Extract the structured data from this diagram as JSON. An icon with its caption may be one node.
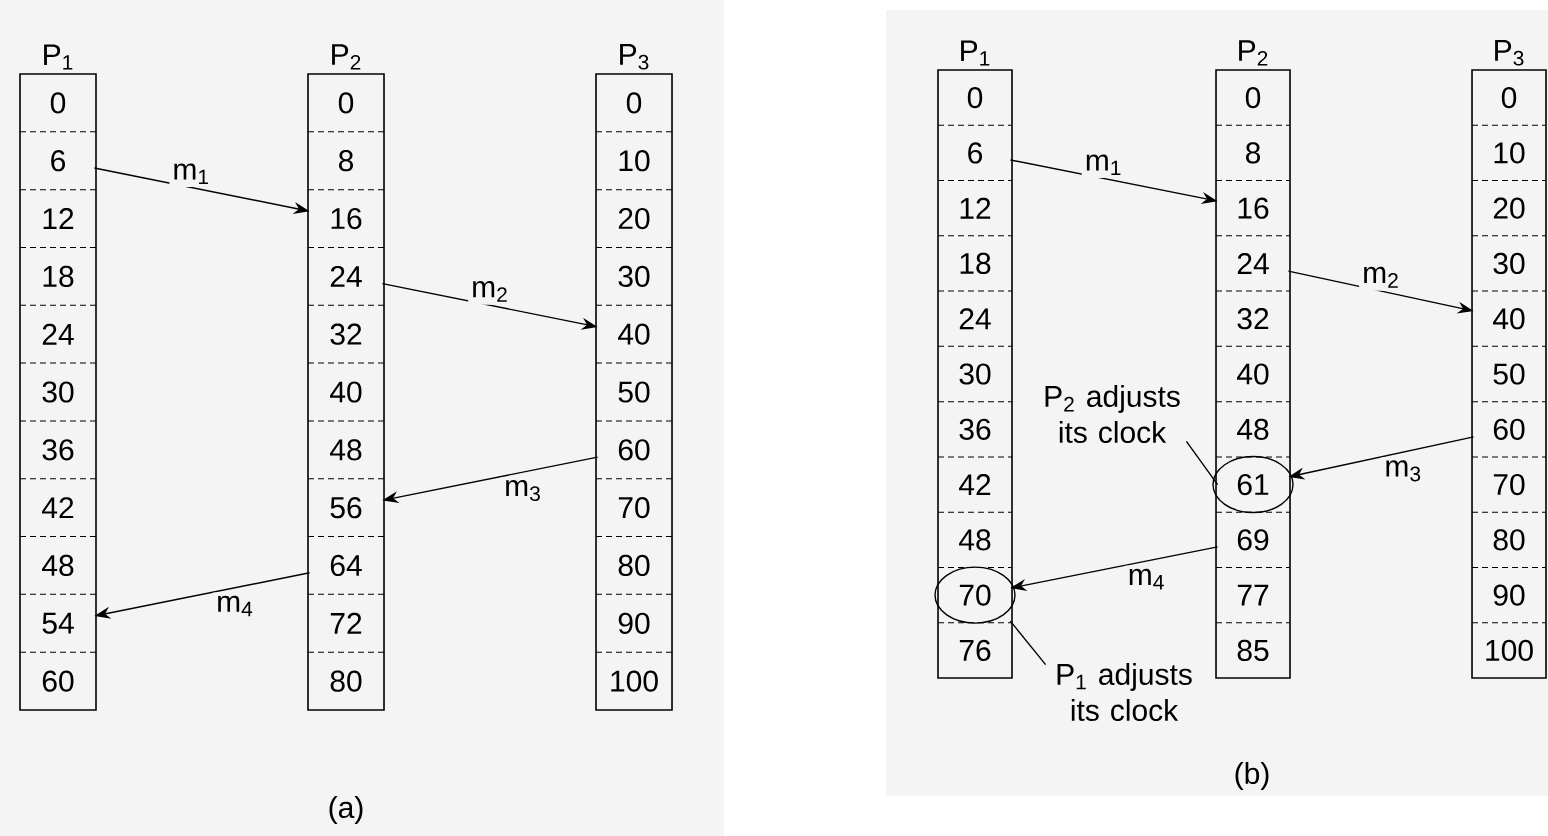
{
  "diagram": {
    "nodes": [
      {
        "text": [
          "P$_{1}$"
        ]
      },
      {
        "text": [
          "0"
        ],
        "in": 0
      },
      {
        "text": [
          "6"
        ],
        "in": 0
      },
      {
        "text": [
          "12"
        ],
        "in": 0
      },
      {
        "text": [
          "18"
        ],
        "in": 0
      },
      {
        "text": [
          "24"
        ],
        "in": 0
      },
      {
        "text": [
          "30"
        ],
        "in": 0
      },
      {
        "text": [
          "36"
        ],
        "in": 0
      },
      {
        "text": [
          "42"
        ],
        "in": 0
      },
      {
        "text": [
          "48"
        ],
        "in": 0
      },
      {
        "text": [
          "54"
        ],
        "in": 0
      },
      {
        "text": [
          "60"
        ],
        "in": 0
      },
      {
        "text": [
          "P$_{2}$"
        ]
      },
      {
        "text": [
          "0"
        ],
        "in": 12
      },
      {
        "text": [
          "8"
        ],
        "in": 12
      },
      {
        "text": [
          "16"
        ],
        "in": 12
      },
      {
        "text": [
          "24"
        ],
        "in": 12
      },
      {
        "text": [
          "32"
        ],
        "in": 12
      },
      {
        "text": [
          "40"
        ],
        "in": 12
      },
      {
        "text": [
          "48"
        ],
        "in": 12
      },
      {
        "text": [
          "56"
        ],
        "in": 12
      },
      {
        "text": [
          "64"
        ],
        "in": 12
      },
      {
        "text": [
          "72"
        ],
        "in": 12
      },
      {
        "text": [
          "80"
        ],
        "in": 12
      },
      {
        "text": [
          "P$_{3}$"
        ]
      },
      {
        "text": [
          "0"
        ],
        "in": 24
      },
      {
        "text": [
          "10"
        ],
        "in": 24
      },
      {
        "text": [
          "20"
        ],
        "in": 24
      },
      {
        "text": [
          "30"
        ],
        "in": 24
      },
      {
        "text": [
          "40"
        ],
        "in": 24
      },
      {
        "text": [
          "50"
        ],
        "in": 24
      },
      {
        "text": [
          "60"
        ],
        "in": 24
      },
      {
        "text": [
          "70"
        ],
        "in": 24
      },
      {
        "text": [
          "80"
        ],
        "in": 24
      },
      {
        "text": [
          "90"
        ],
        "in": 24
      },
      {
        "text": [
          "100"
        ],
        "in": 24
      },
      {
        "text": [
          "P$_{1}$"
        ]
      },
      {
        "text": [
          "0"
        ],
        "in": 36
      },
      {
        "text": [
          "6"
        ],
        "in": 36
      },
      {
        "text": [
          "12"
        ],
        "in": 36
      },
      {
        "text": [
          "18"
        ],
        "in": 36
      },
      {
        "text": [
          "24"
        ],
        "in": 36
      },
      {
        "text": [
          "30"
        ],
        "in": 36
      },
      {
        "text": [
          "36"
        ],
        "in": 36
      },
      {
        "text": [
          "42"
        ],
        "in": 36
      },
      {
        "text": [
          "48"
        ],
        "in": 36
      },
      {
        "text": [
          "70"
        ],
        "in": 36
      },
      {
        "text": [
          "76"
        ],
        "in": 36
      },
      {
        "text": [
          "P$_{2}$"
        ]
      },
      {
        "text": [
          "0"
        ],
        "in": 48
      },
      {
        "text": [
          "8"
        ],
        "in": 48
      },
      {
        "text": [
          "16"
        ],
        "in": 48
      },
      {
        "text": [
          "24"
        ],
        "in": 48
      },
      {
        "text": [
          "32"
        ],
        "in": 48
      },
      {
        "text": [
          "40"
        ],
        "in": 48
      },
      {
        "text": [
          "48"
        ],
        "in": 48
      },
      {
        "text": [
          "61"
        ],
        "in": 48
      },
      {
        "text": [
          "69"
        ],
        "in": 48
      },
      {
        "text": [
          "77"
        ],
        "in": 48
      },
      {
        "text": [
          "85"
        ],
        "in": 48
      },
      {
        "text": [
          "P$_{3}$"
        ]
      },
      {
        "text": [
          "0"
        ],
        "in": 60
      },
      {
        "text": [
          "10"
        ],
        "in": 60
      },
      {
        "text": [
          "20"
        ],
        "in": 60
      },
      {
        "text": [
          "30"
        ],
        "in": 60
      },
      {
        "text": [
          "40"
        ],
        "in": 60
      },
      {
        "text": [
          "50"
        ],
        "in": 60
      },
      {
        "text": [
          "60"
        ],
        "in": 60
      },
      {
        "text": [
          "70"
        ],
        "in": 60
      },
      {
        "text": [
          "80"
        ],
        "in": 60
      },
      {
        "text": [
          "90"
        ],
        "in": 60
      },
      {
        "text": [
          "100"
        ],
        "in": 60
      },
      {
        "text": [
          "P$_{2}$ adjusts its clock"
        ]
      },
      {
        "text": [
          "P$_{1}$ adjusts its clock"
        ]
      }
    ],
    "edges": [
      {
        "from": 2,
        "to": 15,
        "arrow": "to",
        "label": "m$_{1}$"
      },
      {
        "from": 16,
        "to": 29,
        "arrow": "to",
        "label": "m$_{2}$"
      },
      {
        "from": 31,
        "to": 20,
        "arrow": "to",
        "label": "m$_{3}$"
      },
      {
        "from": 21,
        "to": 10,
        "arrow": "to",
        "label": "m$_{4}$"
      },
      {
        "from": 38,
        "to": 51,
        "arrow": "to",
        "label": "m$_{1}$"
      },
      {
        "from": 52,
        "to": 65,
        "arrow": "to",
        "label": "m$_{2}$"
      },
      {
        "from": 67,
        "to": 56,
        "arrow": "to",
        "label": "m$_{3}$"
      },
      {
        "from": 57,
        "to": 46,
        "arrow": "to",
        "label": "m$_{4}$"
      },
      {
        "from": 72,
        "to": 56,
        "arrow": "none"
      },
      {
        "from": 73,
        "to": 46,
        "arrow": "none"
      }
    ],
    "labels": [
      "(a)",
      "(b)"
    ]
  }
}
